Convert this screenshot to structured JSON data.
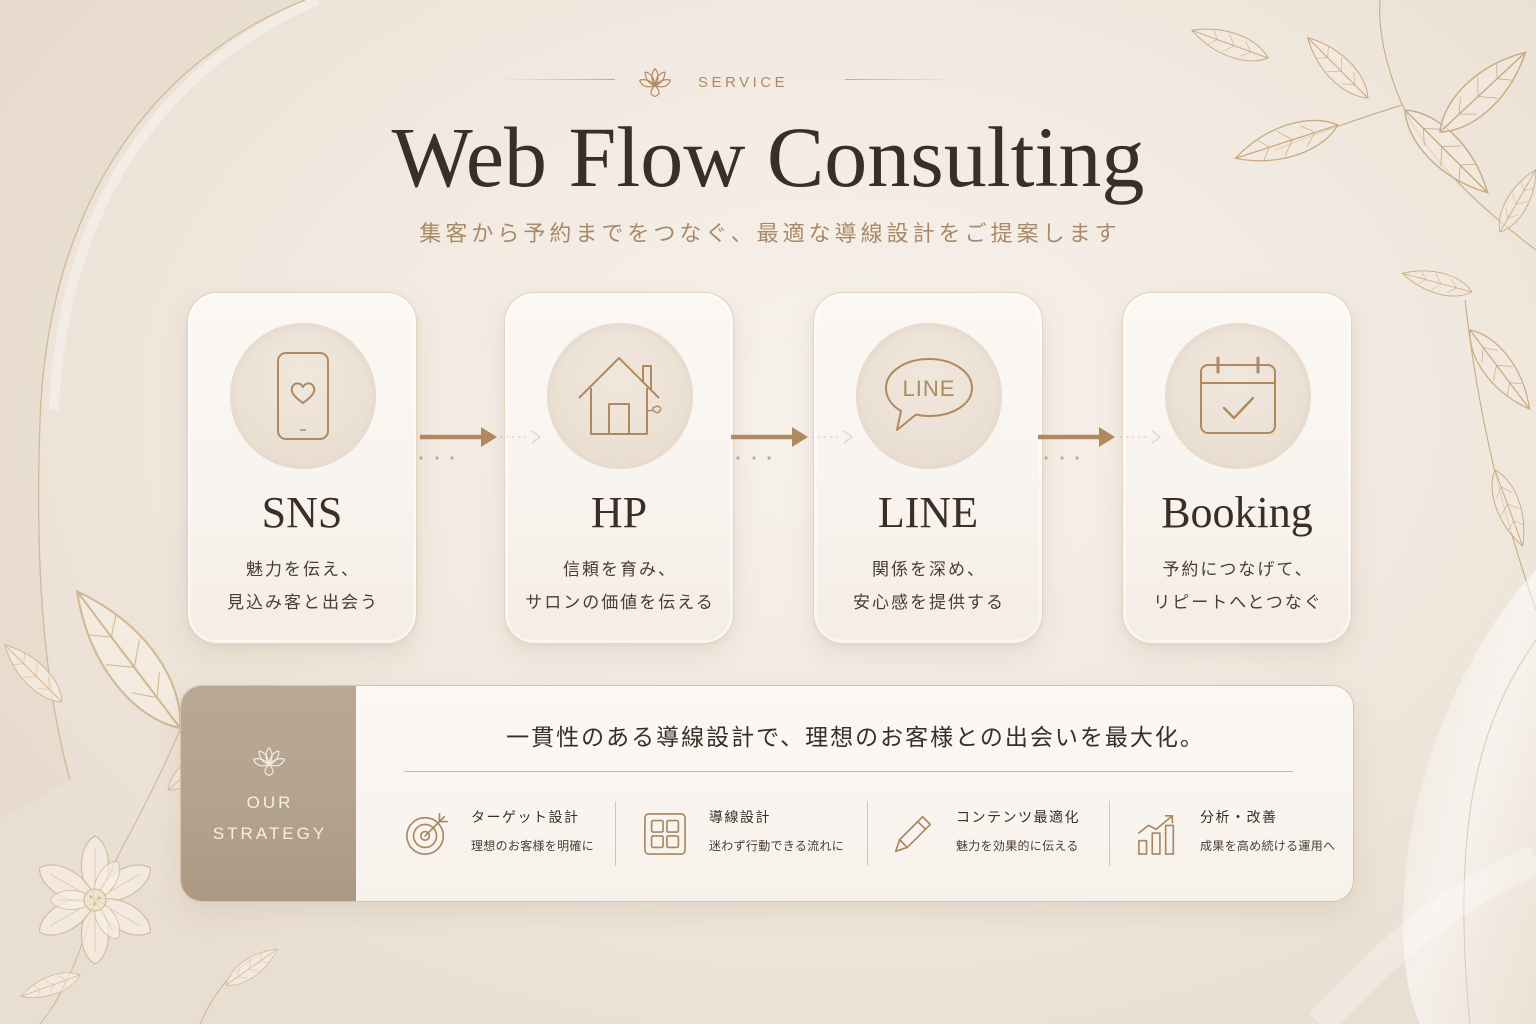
{
  "header": {
    "eyebrow": "SERVICE",
    "title": "Web Flow Consulting",
    "subtitle": "集客から予約までをつなぐ、最適な導線設計をご提案します"
  },
  "steps": [
    {
      "icon": "smartphone-heart-icon",
      "title": "SNS",
      "lines": [
        "魅力を伝え、",
        "見込み客と出会う"
      ]
    },
    {
      "icon": "house-icon",
      "title": "HP",
      "lines": [
        "信頼を育み、",
        "サロンの価値を伝える"
      ]
    },
    {
      "icon": "line-chat-icon",
      "icon_label": "LINE",
      "title": "LINE",
      "lines": [
        "関係を深め、",
        "安心感を提供する"
      ]
    },
    {
      "icon": "calendar-check-icon",
      "title": "Booking",
      "lines": [
        "予約につなげて、",
        "リピートへとつなぐ"
      ]
    }
  ],
  "strategy": {
    "label_top": "OUR",
    "label_bottom": "STRATEGY",
    "headline": "一貫性のある導線設計で、理想のお客様との出会いを最大化。",
    "items": [
      {
        "icon": "target-icon",
        "title": "ターゲット設計",
        "desc": "理想のお客様を明確に"
      },
      {
        "icon": "layout-grid-icon",
        "title": "導線設計",
        "desc": "迷わず行動できる流れに"
      },
      {
        "icon": "pencil-icon",
        "title": "コンテンツ最適化",
        "desc": "魅力を効果的に伝える"
      },
      {
        "icon": "growth-chart-icon",
        "title": "分析・改善",
        "desc": "成果を高め続ける運用へ"
      }
    ]
  },
  "colors": {
    "background": "#f2eae1",
    "accent": "#b08a5e",
    "text_dark": "#3a2e26",
    "card": "#f8f3ee",
    "strategy_panel": "#b4a38e"
  }
}
